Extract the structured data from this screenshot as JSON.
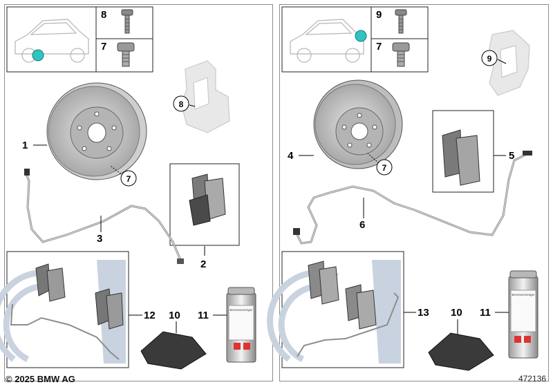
{
  "diagram": {
    "left_panel": {
      "header_parts": [
        {
          "number": "8",
          "icon": "bolt-icon"
        },
        {
          "number": "7",
          "icon": "wheel-bolt-icon"
        }
      ],
      "callouts": [
        "1",
        "2",
        "3",
        "8",
        "7",
        "12",
        "10",
        "11"
      ]
    },
    "right_panel": {
      "header_parts": [
        {
          "number": "9",
          "icon": "bolt-icon"
        },
        {
          "number": "7",
          "icon": "wheel-bolt-icon"
        }
      ],
      "callouts": [
        "4",
        "5",
        "6",
        "9",
        "7",
        "13",
        "10",
        "11"
      ]
    },
    "spray_label": "Bremsenreiniger",
    "colors": {
      "accent": "#2fc4c0",
      "watermark": "#c9d3e0"
    }
  },
  "footer": {
    "copyright": "© 2025 BMW AG",
    "image_id": "472136"
  }
}
